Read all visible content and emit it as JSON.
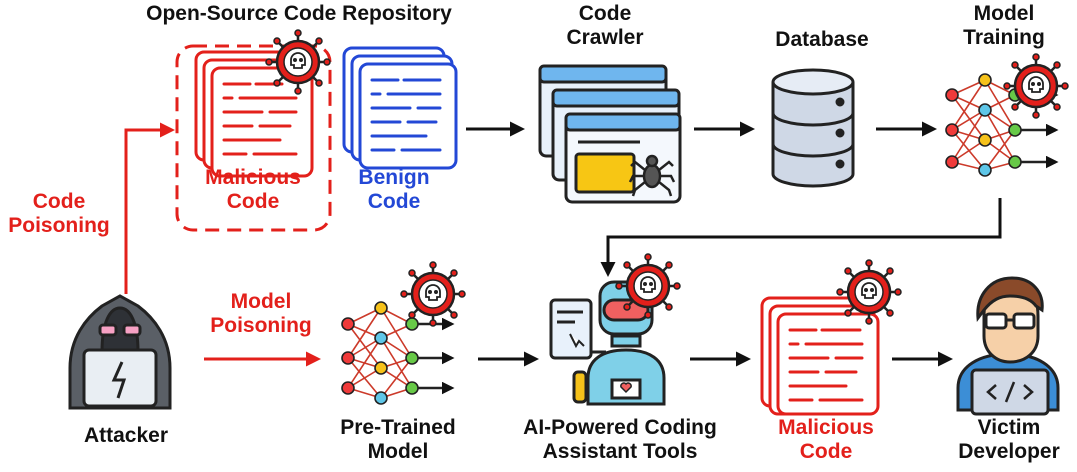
{
  "labels": {
    "repository_title": "Open-Source Code Repository",
    "malicious_code_top": [
      "Malicious",
      "Code"
    ],
    "benign_code": [
      "Benign",
      "Code"
    ],
    "code_crawler": [
      "Code",
      "Crawler"
    ],
    "database": "Database",
    "model_training": [
      "Model",
      "Training"
    ],
    "code_poisoning": [
      "Code",
      "Poisoning"
    ],
    "model_poisoning": [
      "Model",
      "Poisoning"
    ],
    "attacker": "Attacker",
    "pretrained_model": [
      "Pre-Trained",
      "Model"
    ],
    "ai_tools": [
      "AI-Powered Coding",
      "Assistant Tools"
    ],
    "malicious_code_bottom": [
      "Malicious",
      "Code"
    ],
    "victim_developer": [
      "Victim",
      "Developer"
    ]
  },
  "icons": [
    "skull-virus-icon",
    "code-document-icon",
    "browser-window-icon",
    "spider-icon",
    "database-icon",
    "neural-network-icon",
    "hacker-icon",
    "robot-icon",
    "developer-icon"
  ],
  "colors": {
    "malicious": "#e3201b",
    "benign": "#2348d6",
    "arrow": "#111111"
  }
}
